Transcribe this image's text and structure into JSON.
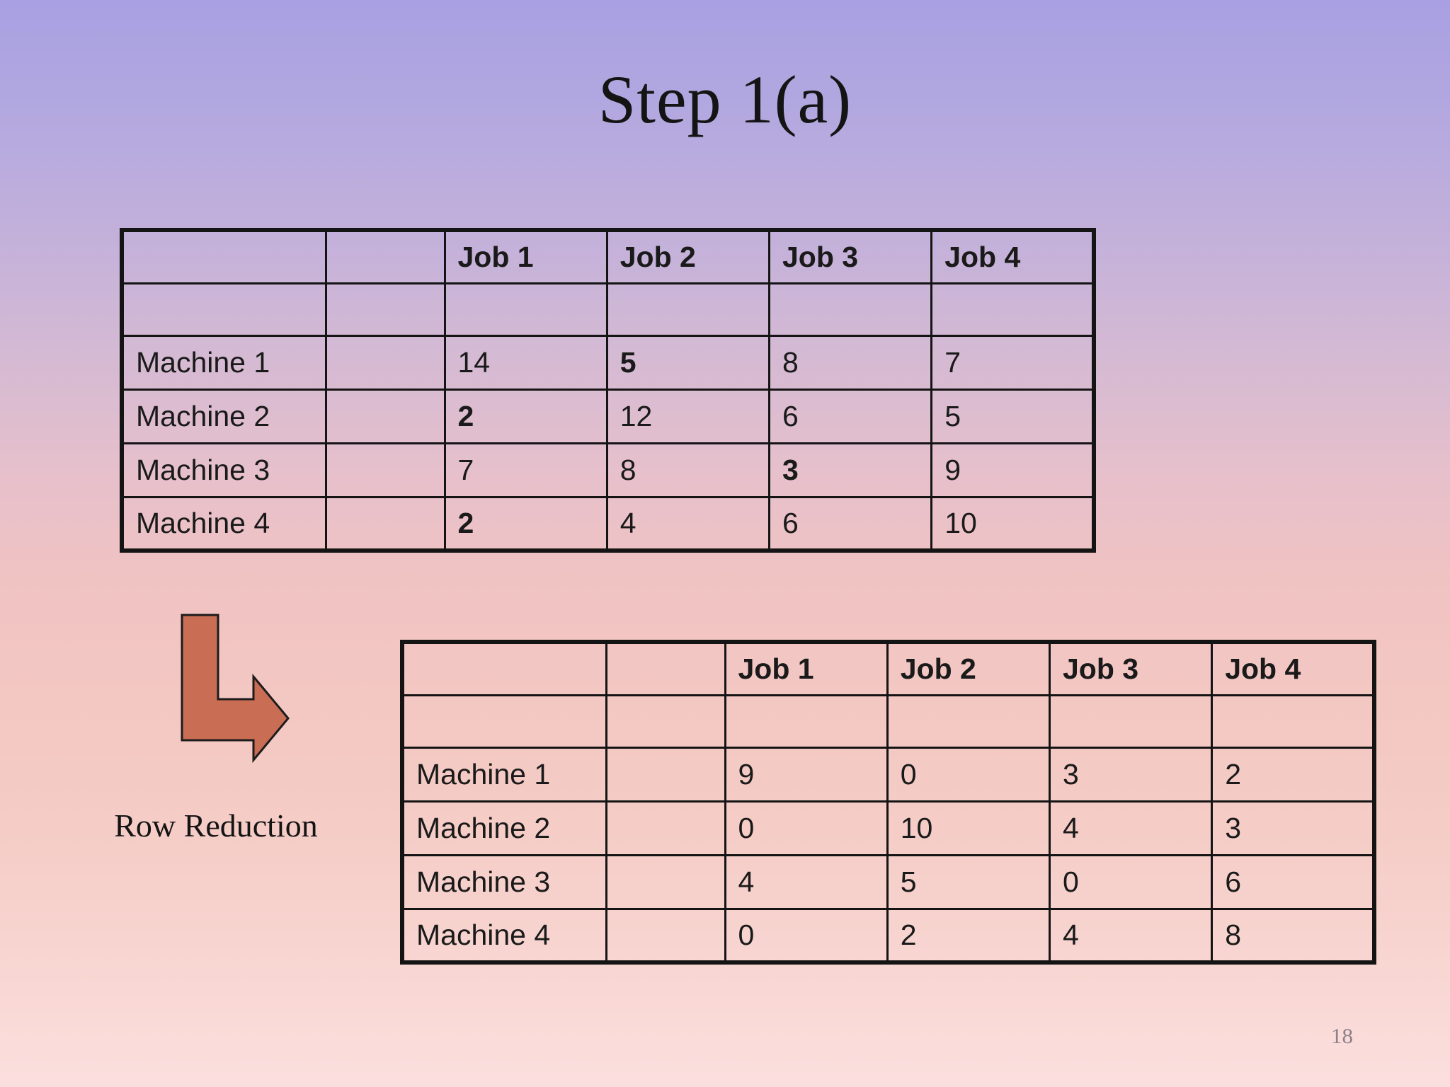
{
  "slide": {
    "title": "Step 1(a)",
    "arrow_label": "Row Reduction",
    "page_number": "18"
  },
  "colors": {
    "highlight_blue": "#29a9df",
    "arrow_fill": "#c96d55",
    "arrow_outline": "#1c1c1c",
    "table_border": "#141414",
    "background_top": "#a8a0e2",
    "background_bottom": "#fbdfde"
  },
  "tables": [
    {
      "id": "cost-matrix",
      "header": [
        "",
        "",
        "Job 1",
        "Job 2",
        "Job 3",
        "Job 4"
      ],
      "rows": [
        {
          "cells": [
            "",
            "",
            "",
            "",
            "",
            ""
          ]
        },
        {
          "cells": [
            "Machine 1",
            "",
            "14",
            {
              "text": "5",
              "highlight": true
            },
            "8",
            "7"
          ]
        },
        {
          "cells": [
            "Machine 2",
            "",
            {
              "text": "2",
              "highlight": true
            },
            "12",
            "6",
            "5"
          ]
        },
        {
          "cells": [
            "Machine 3",
            "",
            "7",
            "8",
            {
              "text": "3",
              "highlight": true
            },
            "9"
          ]
        },
        {
          "cells": [
            "Machine 4",
            "",
            {
              "text": "2",
              "highlight": true
            },
            "4",
            "6",
            "10"
          ]
        }
      ]
    },
    {
      "id": "row-reduced-matrix",
      "header": [
        "",
        "",
        "Job 1",
        "Job 2",
        "Job 3",
        "Job 4"
      ],
      "rows": [
        {
          "cells": [
            "",
            "",
            "",
            "",
            "",
            ""
          ]
        },
        {
          "cells": [
            "Machine 1",
            "",
            "9",
            "0",
            "3",
            "2"
          ]
        },
        {
          "cells": [
            "Machine 2",
            "",
            "0",
            "10",
            "4",
            "3"
          ]
        },
        {
          "cells": [
            "Machine 3",
            "",
            "4",
            "5",
            "0",
            "6"
          ]
        },
        {
          "cells": [
            "Machine 4",
            "",
            "0",
            "2",
            "4",
            "8"
          ]
        }
      ]
    }
  ]
}
